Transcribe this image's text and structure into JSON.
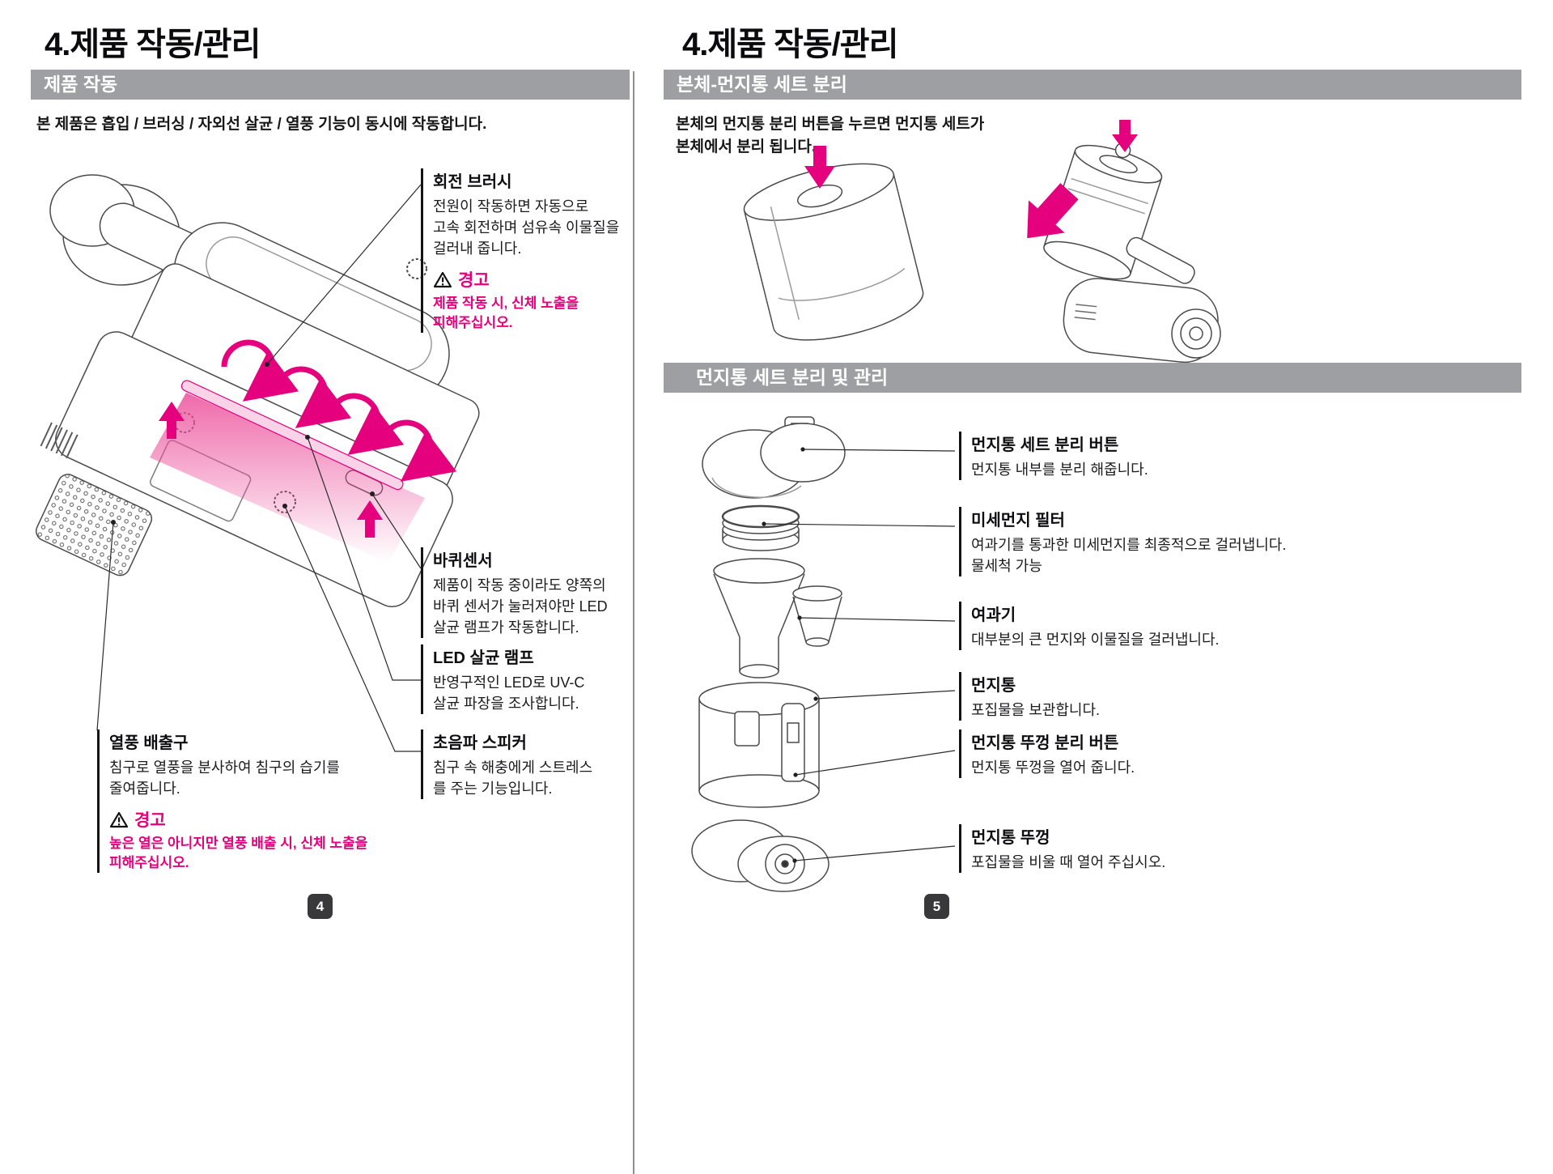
{
  "colors": {
    "accent_pink": "#e5007d",
    "bar_gray": "#9d9fa2",
    "badge_bg": "#39393b"
  },
  "left": {
    "title": "4.제품 작동/관리",
    "section": "제품 작동",
    "intro": "본 제품은 흡입 / 브러싱 / 자외선 살균 / 열풍 기능이 동시에 작동합니다.",
    "page_number": "4",
    "callouts": {
      "rotating_brush": {
        "title": "회전 브러시",
        "lines": [
          "전원이 작동하면 자동으로",
          "고속 회전하며 섬유속 이물질을",
          "걸러내 줍니다."
        ],
        "warn_title": "경고",
        "warn_lines": [
          "제품 작동 시, 신체 노출을",
          "피해주십시오."
        ]
      },
      "wheel_sensor": {
        "title": "바퀴센서",
        "lines": [
          "제품이 작동 중이라도 양쪽의",
          "바퀴 센서가 눌러져야만 LED",
          "살균 램프가 작동합니다."
        ]
      },
      "led_lamp": {
        "title": "LED 살균 램프",
        "lines": [
          "반영구적인 LED로 UV-C",
          "살균 파장을 조사합니다."
        ]
      },
      "ultrasonic_speaker": {
        "title": "초음파 스피커",
        "lines": [
          "침구 속 해충에게 스트레스",
          "를 주는 기능입니다."
        ]
      },
      "hot_air_outlet": {
        "title": "열풍 배출구",
        "lines": [
          "침구로 열풍을 분사하여 침구의 습기를",
          "줄여줍니다."
        ],
        "warn_title": "경고",
        "warn_lines": [
          "높은 열은 아니지만 열풍 배출 시, 신체 노출을",
          "피해주십시오."
        ]
      }
    }
  },
  "right": {
    "title": "4.제품 작동/관리",
    "section1": "본체-먼지통 세트 분리",
    "intro_lines": [
      "본체의 먼지통 분리 버튼을 누르면 먼지통 세트가",
      "본체에서 분리 됩니다."
    ],
    "section2": "먼지통 세트 분리 및 관리",
    "page_number": "5",
    "callouts": {
      "set_release_button": {
        "title": "먼지통 세트 분리 버튼",
        "lines": [
          "먼지통 내부를 분리 해줍니다."
        ]
      },
      "fine_dust_filter": {
        "title": "미세먼지 필터",
        "lines": [
          "여과기를 통과한 미세먼지를 최종적으로 걸러냅니다.",
          "물세척 가능"
        ]
      },
      "strainer": {
        "title": "여과기",
        "lines": [
          "대부분의 큰 먼지와 이물질을 걸러냅니다."
        ]
      },
      "dust_bin": {
        "title": "먼지통",
        "lines": [
          "포집물을 보관합니다."
        ]
      },
      "lid_release_button": {
        "title": "먼지통 뚜껑 분리 버튼",
        "lines": [
          "먼지통 뚜껑을 열어 줍니다."
        ]
      },
      "dust_bin_lid": {
        "title": "먼지통 뚜껑",
        "lines": [
          "포집물을 비울 때 열어 주십시오."
        ]
      }
    }
  }
}
